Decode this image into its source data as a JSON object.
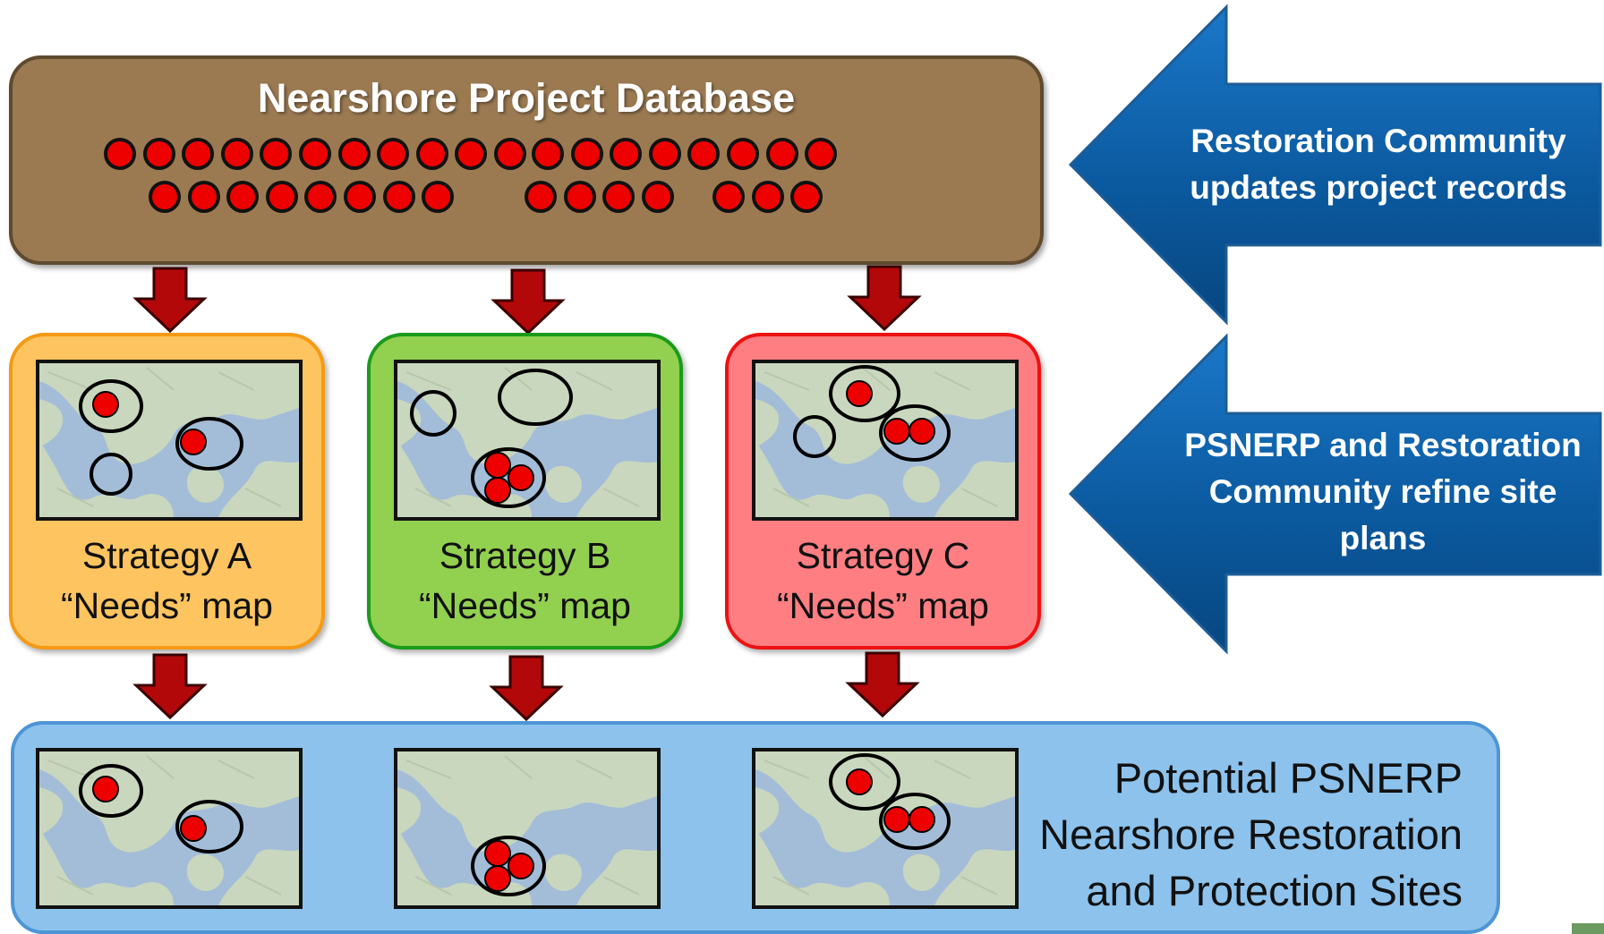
{
  "database": {
    "title": "Nearshore Project Database"
  },
  "strategies": [
    {
      "name": "Strategy A",
      "caption": "“Needs” map",
      "fill": "#fdc460",
      "border": "#f59a14"
    },
    {
      "name": "Strategy B",
      "caption": "“Needs” map",
      "fill": "#92d050",
      "border": "#1a9b1a"
    },
    {
      "name": "Strategy C",
      "caption": "“Needs” map",
      "fill": "#fe7e82",
      "border": "#ee1111"
    }
  ],
  "arrows": {
    "top": "Restoration Community updates project records",
    "middle": "PSNERP and Restoration Community refine site plans"
  },
  "result": {
    "lines": [
      "Potential PSNERP",
      "Nearshore Restoration",
      "and Protection Sites"
    ]
  },
  "colors": {
    "database_fill": "#9b7a52",
    "arrow_blue": "#0b5aa0",
    "down_arrow": "#b3080a",
    "result_fill": "#8cc2ec",
    "dot_red": "#ee0000"
  }
}
